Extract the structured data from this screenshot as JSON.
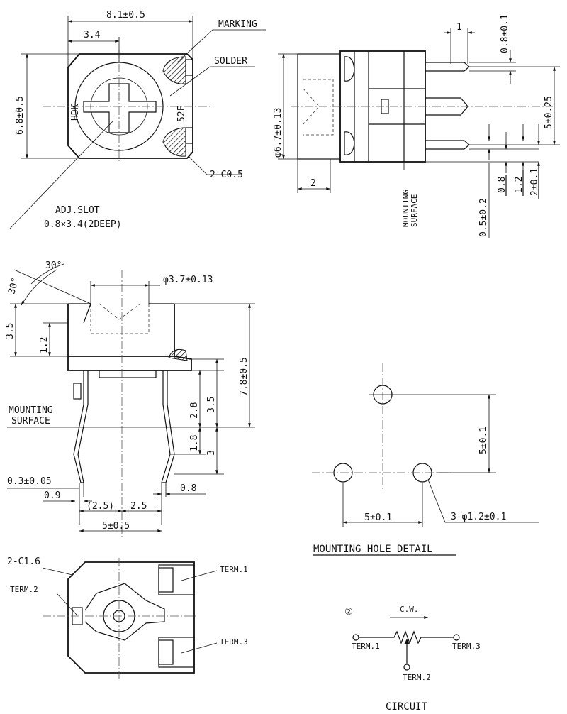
{
  "labels": {
    "top_width": "8.1±0.5",
    "top_inner_width": "3.4",
    "marking": "MARKING",
    "solder": "SOLDER",
    "top_height": "6.8±0.5",
    "marking_text": "HDK",
    "marking_code": "52F",
    "chamfer_top": "2-C0.5",
    "adj_slot": "ADJ.SLOT",
    "adj_slot_size": "0.8×3.4(2DEEP)",
    "side_pin_w": "1",
    "side_pin_thk": "0.8±0.1",
    "side_diam": "φ6.7±0.13",
    "side_pitch": "5±0.25",
    "side_knob": "2",
    "side_dim_05": "0.5±0.2",
    "side_dim_08": "0.8",
    "side_dim_12": "1.2",
    "side_dim_2": "2±0.1",
    "side_mounting": "MOUNTING",
    "side_surface": "SURFACE",
    "angle_30a": "30°",
    "angle_30b": "30°",
    "front_diam": "φ3.7±0.13",
    "front_35_top": "3.5",
    "front_12": "1.2",
    "front_78": "7.8±0.5",
    "front_28": "2.8",
    "front_35_low": "3.5",
    "front_18": "1.8",
    "front_3": "3",
    "front_mounting": "MOUNTING",
    "front_surface": "SURFACE",
    "front_03": "0.3±0.05",
    "front_09": "0.9",
    "front_08": "0.8",
    "front_25a": "(2.5)",
    "front_25b": "2.5",
    "front_5": "5±0.5",
    "chamfer_bottom": "2-C1.6",
    "term1": "TERM.1",
    "term2": "TERM.2",
    "term3": "TERM.3",
    "hole_pitch_v": "5±0.1",
    "hole_pitch_h": "5±0.1",
    "hole_diam": "3-φ1.2±0.1",
    "hole_title": "MOUNTING HOLE DETAIL",
    "circuit_num": "②",
    "circuit_cw": "C.W.",
    "circuit_t1": "TERM.1",
    "circuit_t2": "TERM.2",
    "circuit_t3": "TERM.3",
    "circuit_title": "CIRCUIT"
  }
}
